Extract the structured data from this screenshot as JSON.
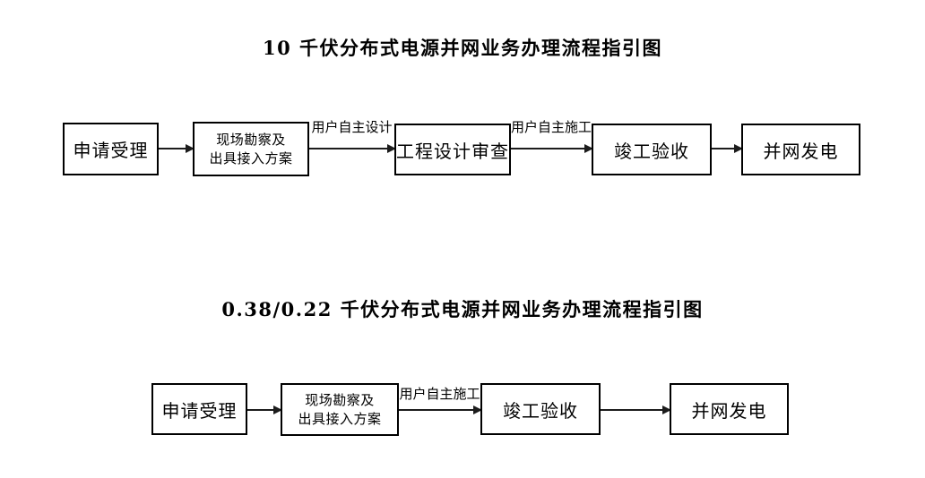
{
  "colors": {
    "background": "#ffffff",
    "border": "#000000",
    "text": "#000000",
    "arrow": "#1c1c1c"
  },
  "flow1": {
    "title": "10 千伏分布式电源并网业务办理流程指引图",
    "nodes": {
      "apply": "申请受理",
      "survey_line1": "现场勘察及",
      "survey_line2": "出具接入方案",
      "design_review": "工程设计审查",
      "completion": "竣工验收",
      "grid": "并网发电"
    },
    "edge_labels": {
      "design": "用户自主设计",
      "construction": "用户自主施工"
    }
  },
  "flow2": {
    "title": "0.38/0.22 千伏分布式电源并网业务办理流程指引图",
    "nodes": {
      "apply": "申请受理",
      "survey_line1": "现场勘察及",
      "survey_line2": "出具接入方案",
      "completion": "竣工验收",
      "grid": "并网发电"
    },
    "edge_labels": {
      "construction": "用户自主施工"
    }
  }
}
